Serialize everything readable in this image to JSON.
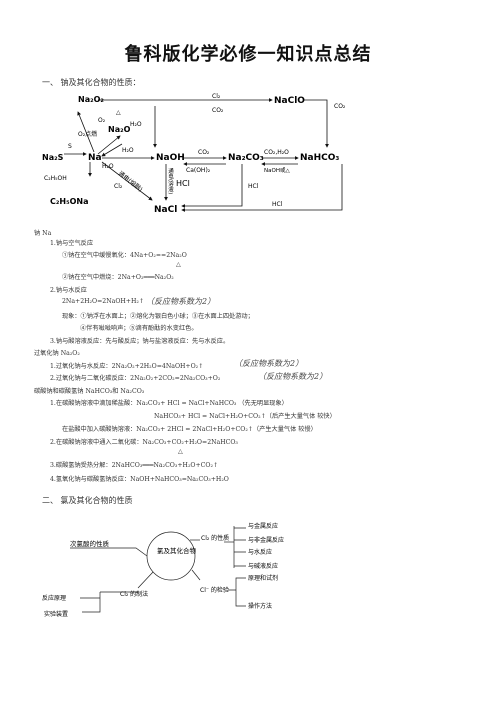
{
  "title": "鲁科版化学必修一知识点总结",
  "section1": {
    "heading": "一、 钠及其化合物的性质：",
    "diagram": {
      "nodes": {
        "na2o2": "Na₂O₂",
        "na2o": "Na₂O",
        "na": "Na",
        "na2s": "Na₂S",
        "s": "S",
        "naoh": "NaOH",
        "na2co3": "Na₂CO₃",
        "nahco3": "NaHCO₃",
        "naclo": "NaClO",
        "c2h5oh": "C₂H₅OH",
        "c2h5ona": "C₂H₅ONa",
        "nacl": "NaCl"
      },
      "edges": {
        "o2_ignite": "O₂点燃",
        "o2": "O₂",
        "h2o_a": "H₂O",
        "h2o_b": "H₂O",
        "h2o_c": "H₂O",
        "cl2_top": "Cl₂",
        "co2_top": "CO₂",
        "co2_right": "CO₂",
        "co2_mid": "CO₂",
        "caoh2": "Ca(OH)₂",
        "co2h2o": "CO₂,H₂O",
        "naoh_or_heat": "NaOH或△",
        "electrolysis": "通电(溶液)",
        "hcl_mid": "HCl",
        "hcl_right": "HCl",
        "hcl_bottom": "HCl",
        "cl2_left": "Cl₂",
        "electro_melt": "通电(熔融)",
        "heat": "△"
      }
    },
    "na_label": "钠 Na",
    "items": [
      "1.钠与空气反应",
      "①钠在空气中缓慢氧化：4Na+O₂==2Na₂O",
      "△",
      "②钠在空气中燃烧：2Na+O₂═══Na₂O₂",
      "2.钠与水反应",
      "2Na+2H₂O=2NaOH+H₂↑",
      "（反应物系数为2）",
      "现象：①钠浮在水面上；②熔化为银白色小球；③在水面上四处游动；",
      "④伴有嗞嗞响声；⑤滴有酚酞的水变红色。",
      "3.钠与酸溶液反应：先与酸反应；钠与盐溶液反应：先与水反应。",
      "过氧化钠 Na₂O₂",
      "1.过氧化钠与水反应：2Na₂O₂+2H₂O=4NaOH+O₂↑",
      "（反应物系数为2）",
      "2.过氧化钠与二氧化碳反应：2Na₂O₂+2CO₂=2Na₂CO₃+O₂",
      "（反应物系数为2）",
      "碳酸钠和碳酸氢钠 NaHCO₃和 Na₂CO₃",
      "1.在碳酸钠溶液中滴加稀盐酸：Na₂CO₃+ HCl = NaCl+NaHCO₃  （先无明显现象）",
      "NaHCO₃+ HCl = NaCl+H₂O+CO₂↑（后产生大量气体 较快）",
      "在盐酸中加入碳酸钠溶液：Na₂CO₃+ 2HCl = 2NaCl+H₂O+CO₂↑（产生大量气体 较慢）",
      "2.在碳酸钠溶液中通入二氧化碳：Na₂CO₃+CO₂+H₂O=2NaHCO₃",
      "△",
      "3.碳酸氢钠受热分解：2NaHCO₃═══Na₂CO₃+H₂O+CO₂↑",
      "4.氢氧化钠与碳酸氢钠反应：NaOH+NaHCO₃=Na₂CO₃+H₂O"
    ]
  },
  "section2": {
    "heading": "二、 氯及其化合物的性质",
    "center": "氯及其化合物",
    "left_top": "次氯酸的性质",
    "cl2_props": "Cl₂ 的性质",
    "cl2_prep": "Cl₂ 的制法",
    "cl_test": "Cl⁻ 的检验",
    "prep_items": [
      "反应原理",
      "实验装置"
    ],
    "prop_items": [
      "与金属反应",
      "与非金属反应",
      "与水反应",
      "与碱液反应"
    ],
    "test_items": [
      "原理和试剂",
      "操作方法"
    ]
  }
}
